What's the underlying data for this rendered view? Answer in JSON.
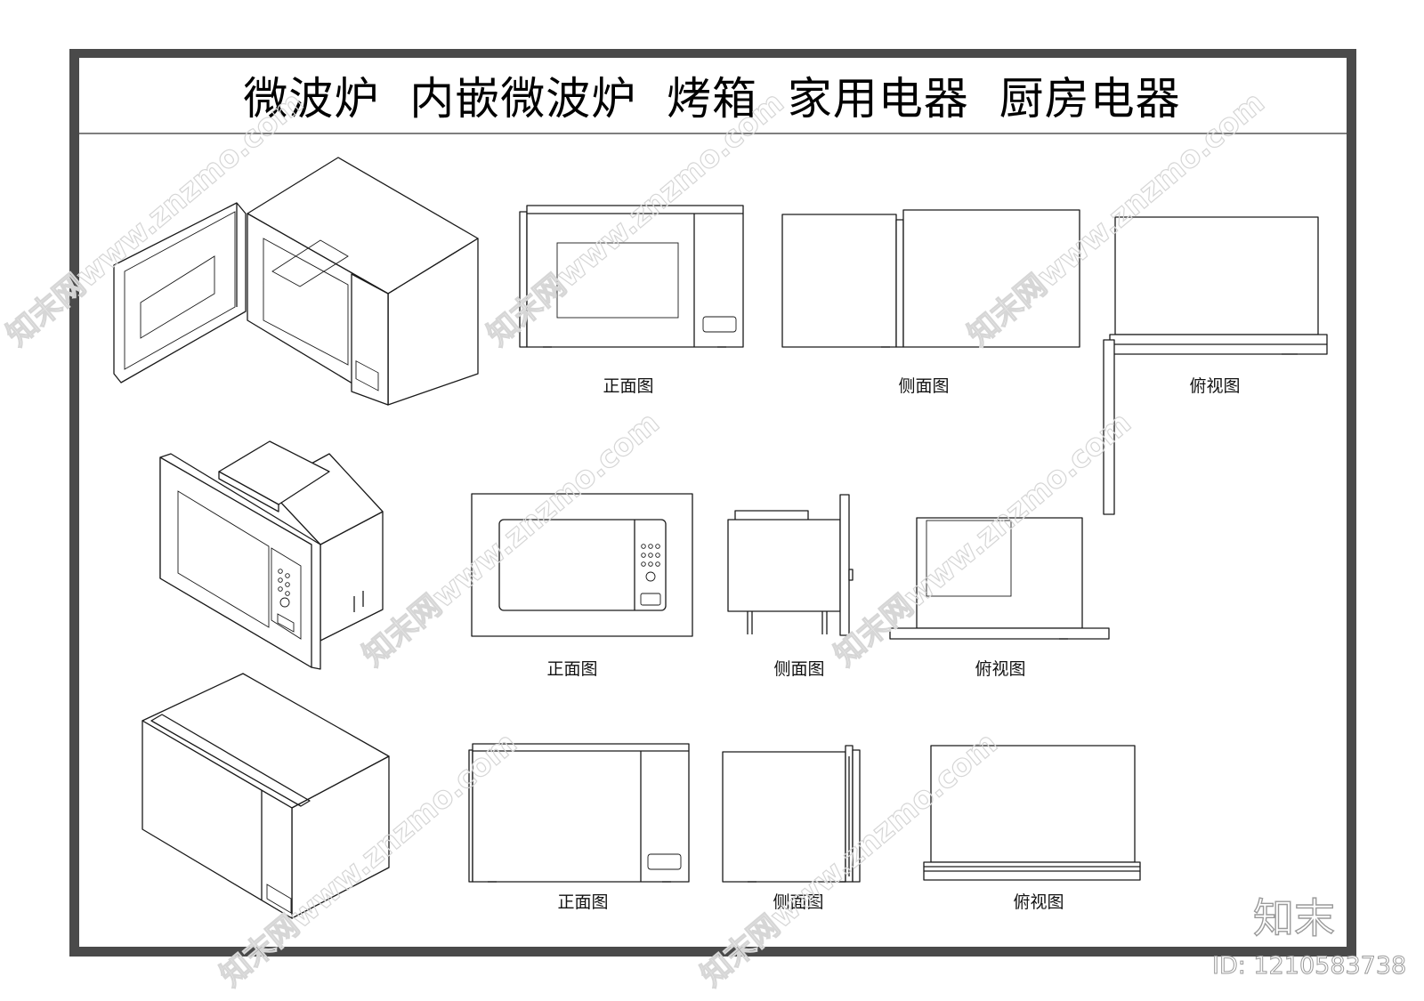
{
  "header": {
    "title": "微波炉  内嵌微波炉  烤箱  家用电器  厨房电器"
  },
  "views": {
    "front": "正面图",
    "side": "侧面图",
    "top": "俯视图"
  },
  "watermark": {
    "text": "知末网www.znzmo.com",
    "logo": "知末",
    "id": "ID: 1210583738"
  },
  "colors": {
    "frame": "#4a4a4a",
    "line": "#1a1a1a"
  }
}
